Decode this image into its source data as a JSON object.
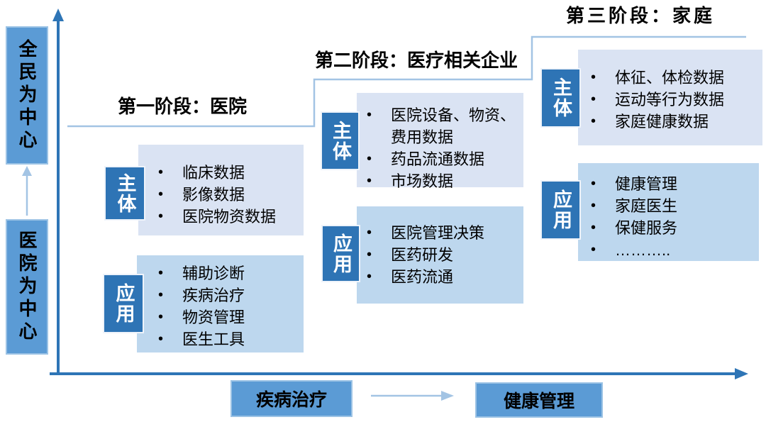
{
  "colors": {
    "accent_dark_blue": "#2e74b5",
    "medium_blue": "#5b9bd5",
    "subject_box_fill": "#dae3f3",
    "application_box_fill": "#bdd7ee",
    "step_line_blue": "#a3c4e4",
    "axis_blue": "#2e75b6"
  },
  "y_axis": {
    "top_label": "全民为中心",
    "bottom_label": "医院为中心"
  },
  "x_axis": {
    "left_label": "疾病治疗",
    "right_label": "健康管理"
  },
  "stages": [
    {
      "title": "第一阶段：医院",
      "subject": {
        "label": "主体",
        "items": [
          "临床数据",
          "影像数据",
          "医院物资数据"
        ]
      },
      "application": {
        "label": "应用",
        "items": [
          "辅助诊断",
          "疾病治疗",
          "物资管理",
          "医生工具"
        ]
      }
    },
    {
      "title": "第二阶段：医疗相关企业",
      "subject": {
        "label": "主体",
        "items": [
          "医院设备、物资、费用数据",
          "药品流通数据",
          "市场数据"
        ]
      },
      "application": {
        "label": "应用",
        "items": [
          "医院管理决策",
          "医药研发",
          "医药流通"
        ]
      }
    },
    {
      "title": "第三阶段：家庭",
      "subject": {
        "label": "主体",
        "items": [
          "体征、体检数据",
          "运动等行为数据",
          "家庭健康数据"
        ]
      },
      "application": {
        "label": "应用",
        "items": [
          "健康管理",
          "家庭医生",
          "保健服务",
          "……….."
        ]
      }
    }
  ]
}
